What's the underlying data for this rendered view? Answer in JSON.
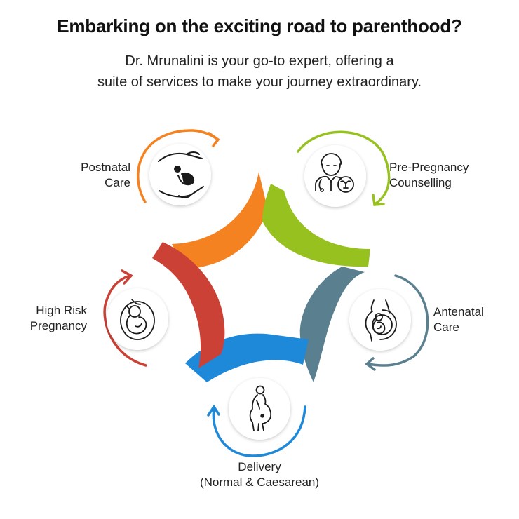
{
  "header": {
    "title": "Embarking on the exciting road to parenthood?",
    "subtitle_line1": "Dr. Mrunalini is your go-to expert, offering a",
    "subtitle_line2": "suite of services to make your journey extraordinary."
  },
  "services": [
    {
      "name": "postnatal",
      "label_line1": "Postnatal",
      "label_line2": "Care",
      "color": "#F58220",
      "icon": "mother-hands-baby-icon"
    },
    {
      "name": "pre-pregnancy",
      "label_line1": "Pre-Pregnancy",
      "label_line2": "Counselling",
      "color": "#96C11F",
      "icon": "doctor-uterus-icon"
    },
    {
      "name": "antenatal",
      "label_line1": "Antenatal",
      "label_line2": "Care",
      "color": "#5A7F8F",
      "icon": "fetus-in-belly-icon"
    },
    {
      "name": "delivery",
      "label_line1": "Delivery",
      "label_line2": "(Normal & Caesarean)",
      "color": "#1E88D9",
      "icon": "pregnant-woman-icon"
    },
    {
      "name": "high-risk",
      "label_line1": "High Risk",
      "label_line2": "Pregnancy",
      "color": "#CB4136",
      "icon": "fetus-womb-icon"
    }
  ]
}
